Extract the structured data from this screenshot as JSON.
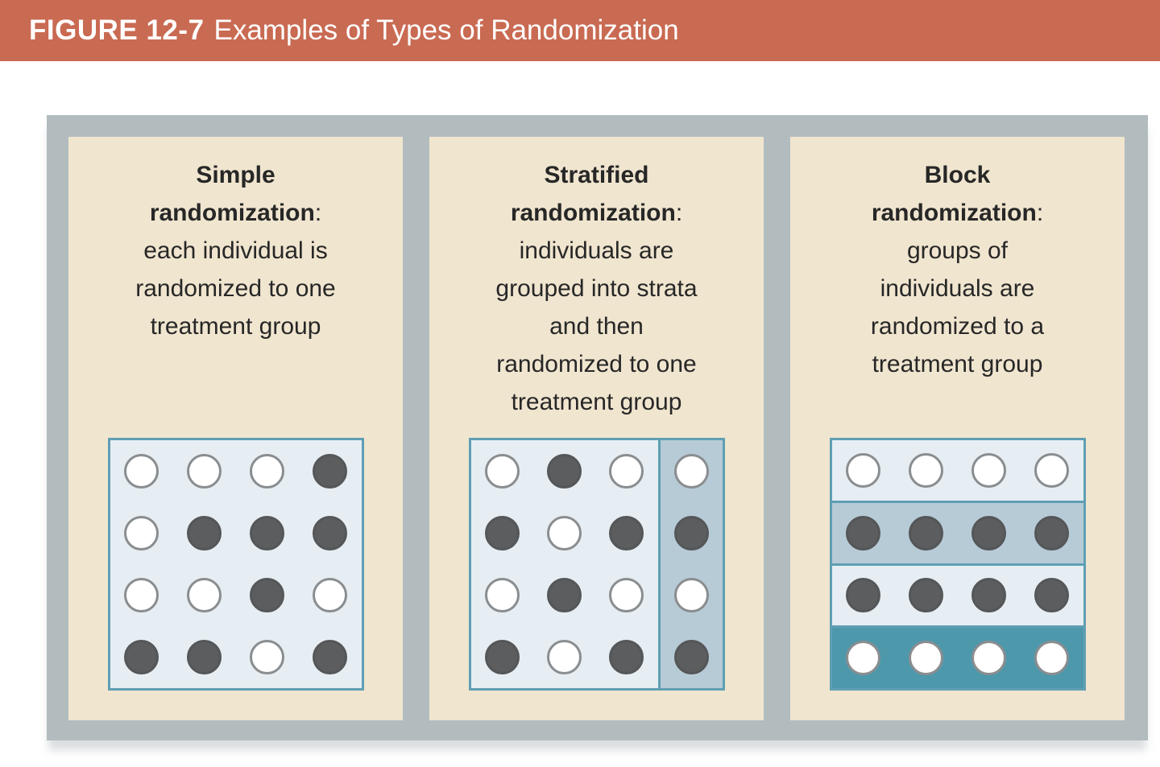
{
  "header": {
    "figure_label": "FIGURE 12-7",
    "figure_title": "Examples of Types of Randomization"
  },
  "panels": [
    {
      "title": "Simple\nrandomization",
      "colon": ":",
      "description": "each individual is\nrandomized to one\ntreatment group",
      "grid": {
        "style": "uniform",
        "rows": [
          [
            "open",
            "open",
            "open",
            "filled"
          ],
          [
            "open",
            "filled",
            "filled",
            "filled"
          ],
          [
            "open",
            "open",
            "filled",
            "open"
          ],
          [
            "filled",
            "filled",
            "open",
            "filled"
          ]
        ]
      }
    },
    {
      "title": "Stratified\nrandomization",
      "colon": ":",
      "description": "individuals are\ngrouped into strata\nand then\nrandomized to one\ntreatment group",
      "grid": {
        "style": "stratified",
        "rows": [
          [
            "open",
            "filled",
            "open",
            "open"
          ],
          [
            "filled",
            "open",
            "filled",
            "filled"
          ],
          [
            "open",
            "filled",
            "open",
            "open"
          ],
          [
            "filled",
            "open",
            "filled",
            "filled"
          ]
        ]
      }
    },
    {
      "title": "Block\nrandomization",
      "colon": ":",
      "description": "groups of\nindividuals are\nrandomized to a\ntreatment group",
      "grid": {
        "style": "block",
        "row_shades": [
          "light",
          "medium",
          "light",
          "teal"
        ],
        "rows": [
          [
            "open",
            "open",
            "open",
            "open"
          ],
          [
            "filled",
            "filled",
            "filled",
            "filled"
          ],
          [
            "filled",
            "filled",
            "filled",
            "filled"
          ],
          [
            "open",
            "open",
            "open",
            "open"
          ]
        ]
      }
    }
  ],
  "colors": {
    "header-bg": "#c96a52",
    "frame-gray": "#b2bcbf",
    "panel-beige": "#f0e5cf",
    "grid-light": "#e6eef3",
    "strata-blue": "#b7cbd7",
    "block-teal": "#4e98ac",
    "grid-border": "#5f9fb3",
    "dot-dark": "#5b5d5f",
    "dot-ring": "#8a8d8f"
  }
}
